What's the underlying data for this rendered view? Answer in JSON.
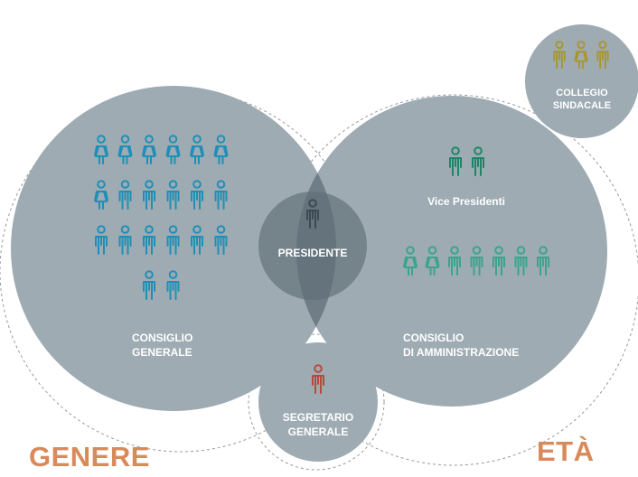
{
  "colors": {
    "circle": "#9eabb3",
    "overlap": "#6e7d86",
    "blue": "#1f8fb8",
    "green": "#1e8668",
    "teal": "#3aa58c",
    "gold": "#a9962e",
    "red": "#b84a3c",
    "president": "#3d4a53",
    "corner_text": "#d88a5a",
    "dashed": "#999999"
  },
  "labels": {
    "collegio": [
      "COLLEGIO",
      "SINDACALE"
    ],
    "vice": "Vice Presidenti",
    "presidente": "PRESIDENTE",
    "consiglio_generale": [
      "CONSIGLIO",
      "GENERALE"
    ],
    "consiglio_amm": [
      "CONSIGLIO",
      "DI AMMINISTRAZIONE"
    ],
    "segretario": [
      "SEGRETARIO",
      "GENERALE"
    ]
  },
  "corners": {
    "left": "GENERE",
    "right": "ETÀ"
  },
  "groups": [
    {
      "id": "consiglio-generale",
      "color": "blue",
      "rows": [
        [
          "female",
          "female",
          "female",
          "female",
          "female",
          "female"
        ],
        [
          "female",
          "male",
          "male",
          "male",
          "male",
          "male"
        ],
        [
          "male",
          "male",
          "male",
          "male",
          "male",
          "male"
        ],
        [
          "male",
          "male"
        ]
      ]
    },
    {
      "id": "collegio-sindacale",
      "color": "gold",
      "rows": [
        [
          "male",
          "female",
          "male"
        ]
      ]
    },
    {
      "id": "vice-presidenti",
      "color": "green",
      "rows": [
        [
          "male",
          "male"
        ]
      ]
    },
    {
      "id": "consiglio-amministrazione",
      "color": "teal",
      "rows": [
        [
          "female",
          "female",
          "male",
          "male",
          "male",
          "male",
          "male"
        ]
      ]
    },
    {
      "id": "presidente",
      "color": "president",
      "rows": [
        [
          "male"
        ]
      ]
    },
    {
      "id": "segretario-generale",
      "color": "red",
      "rows": [
        [
          "male"
        ]
      ]
    }
  ]
}
